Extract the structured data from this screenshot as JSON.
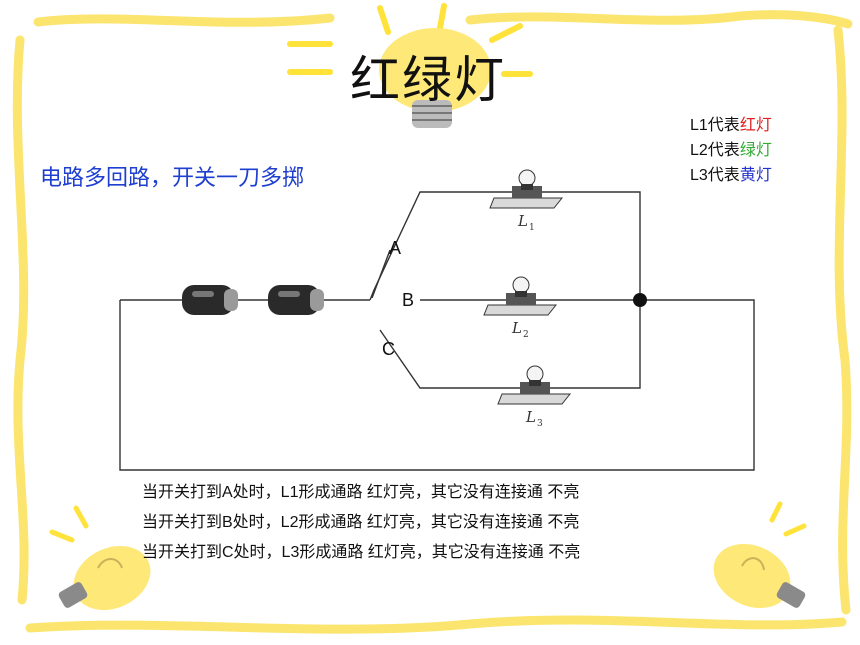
{
  "title": "红绿灯",
  "subtitle": "电路多回路，开关一刀多掷",
  "legend": [
    {
      "label": "L1代表",
      "value": "红灯",
      "color": "#e02020"
    },
    {
      "label": "L2代表",
      "value": "绿灯",
      "color": "#33aa33"
    },
    {
      "label": "L3代表",
      "value": "黄灯",
      "color": "#2233cc"
    }
  ],
  "switch_labels": {
    "a": "A",
    "b": "B",
    "c": "C"
  },
  "lamp_labels": {
    "l1": "L",
    "l1_sub": "1",
    "l2": "L",
    "l2_sub": "2",
    "l3": "L",
    "l3_sub": "3"
  },
  "description": [
    "当开关打到A处时，L1形成通路  红灯亮，其它没有连接通 不亮",
    "当开关打到B处时，L2形成通路  红灯亮，其它没有连接通 不亮",
    "当开关打到C处时，L3形成通路  红灯亮，其它没有连接通 不亮"
  ],
  "colors": {
    "border": "#fbe56e",
    "bulb": "#fde878",
    "ray": "#ffe23a",
    "subtitle": "#1f3fd0"
  }
}
